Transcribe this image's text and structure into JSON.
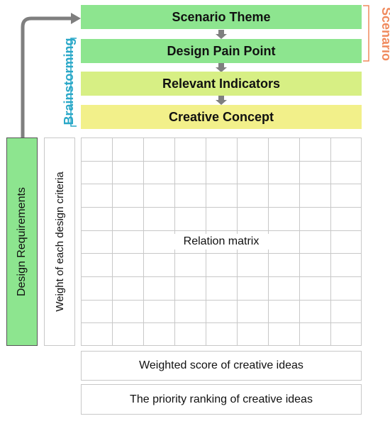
{
  "stages": {
    "scenario_theme": "Scenario Theme",
    "design_pain_point": "Design Pain Point",
    "relevant_indicators": "Relevant Indicators",
    "creative_concept": "Creative Concept"
  },
  "side_labels": {
    "scenario": "Scenario",
    "brainstorming": "Brainstorming",
    "design_requirements": "Design Requirements",
    "weight_criteria": "Weight of each design criteria"
  },
  "matrix": {
    "label": "Relation matrix",
    "columns": 9,
    "rows": 9
  },
  "bottom": {
    "weighted_score": "Weighted score of creative ideas",
    "priority_ranking": "The priority ranking of creative ideas"
  },
  "colors": {
    "green": "#8de58f",
    "lime": "#d7ef84",
    "yellow": "#f2f08a",
    "scenario_accent": "#f08a5d",
    "brainstorming_accent": "#2aa8c8",
    "arrow_gray": "#7f7f7f"
  }
}
